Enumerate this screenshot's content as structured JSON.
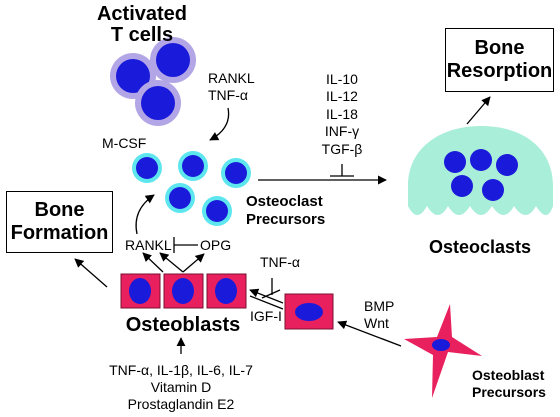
{
  "labels": {
    "activated_t_cells": [
      "Activated",
      "T cells"
    ],
    "rankl_tnf_top": [
      "RANKL",
      "TNF-α"
    ],
    "m_csf": "M-CSF",
    "osteoclast_precursors": [
      "Osteoclast",
      "Precursors"
    ],
    "inhibitors": [
      "IL-10",
      "IL-12",
      "IL-18",
      "INF-γ",
      "TGF-β"
    ],
    "bone_resorption": [
      "Bone",
      "Resorption"
    ],
    "osteoclasts": "Osteoclasts",
    "bone_formation": [
      "Bone",
      "Formation"
    ],
    "rankl": "RANKL",
    "opg": "OPG",
    "tnf_alpha_mid": "TNF-α",
    "igf_i": "IGF-I",
    "bmp_wnt": [
      "BMP",
      "Wnt"
    ],
    "osteoblasts": "Osteoblasts",
    "osteoblast_stimuli": [
      "TNF-α, IL-1β, IL-6, IL-7",
      "Vitamin D",
      "Prostaglandin E2"
    ],
    "osteoblast_precursors": [
      "Osteoblast",
      "Precursors"
    ]
  },
  "colors": {
    "cell_nucleus": "#1a1adb",
    "t_cell_ring": "#b3a6e6",
    "precursor_ring": "#5ee6ef",
    "osteoclast_body": "#a9eed8",
    "osteoblast_fill": "#e8215e",
    "line": "#000000"
  }
}
